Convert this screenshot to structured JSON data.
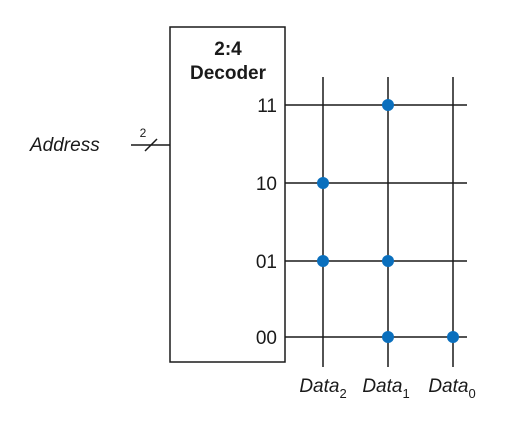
{
  "decoder": {
    "title_line1": "2:4",
    "title_line2": "Decoder",
    "outputs": [
      {
        "code": "11"
      },
      {
        "code": "10"
      },
      {
        "code": "01"
      },
      {
        "code": "00"
      }
    ]
  },
  "input": {
    "label": "Address",
    "bus_width": "2"
  },
  "columns": [
    {
      "name": "Data",
      "sub": "2"
    },
    {
      "name": "Data",
      "sub": "1"
    },
    {
      "name": "Data",
      "sub": "0"
    }
  ],
  "dots": [
    {
      "row": "11",
      "column": "Data1"
    },
    {
      "row": "10",
      "column": "Data2"
    },
    {
      "row": "01",
      "column": "Data2"
    },
    {
      "row": "01",
      "column": "Data1"
    },
    {
      "row": "00",
      "column": "Data1"
    },
    {
      "row": "00",
      "column": "Data0"
    }
  ],
  "colors": {
    "wire": "#1a1a1a",
    "dot": "#0a6fbd"
  }
}
